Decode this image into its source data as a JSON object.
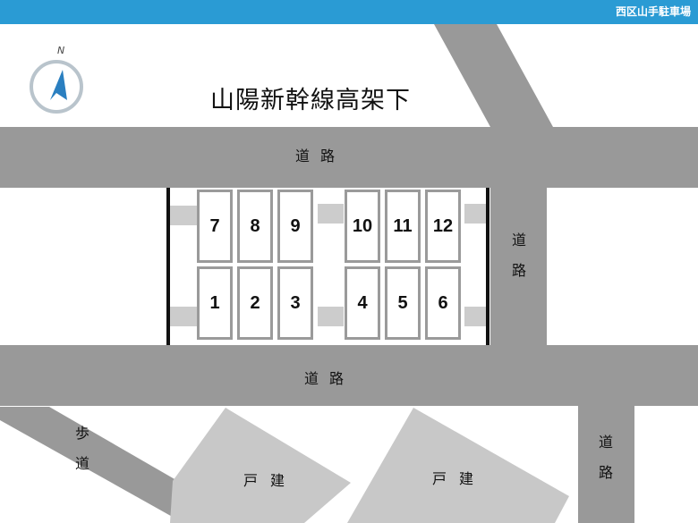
{
  "header": {
    "title": "西区山手駐車場"
  },
  "map": {
    "title": "山陽新幹線高架下",
    "compass": {
      "north_label": "N"
    },
    "roads": {
      "top": "道路",
      "bottom": "道路",
      "right_upper": [
        "道",
        "路"
      ],
      "right_lower": [
        "道",
        "路"
      ]
    },
    "sidewalk": [
      "歩",
      "道"
    ],
    "houses": [
      "戸建",
      "戸建"
    ],
    "spots_top": [
      "7",
      "8",
      "9",
      "10",
      "11",
      "12"
    ],
    "spots_bottom": [
      "1",
      "2",
      "3",
      "4",
      "5",
      "6"
    ]
  },
  "colors": {
    "header": "#2a9bd4",
    "road": "#999999",
    "house": "#c8c8c8",
    "spot_border": "#9a9a9a"
  }
}
